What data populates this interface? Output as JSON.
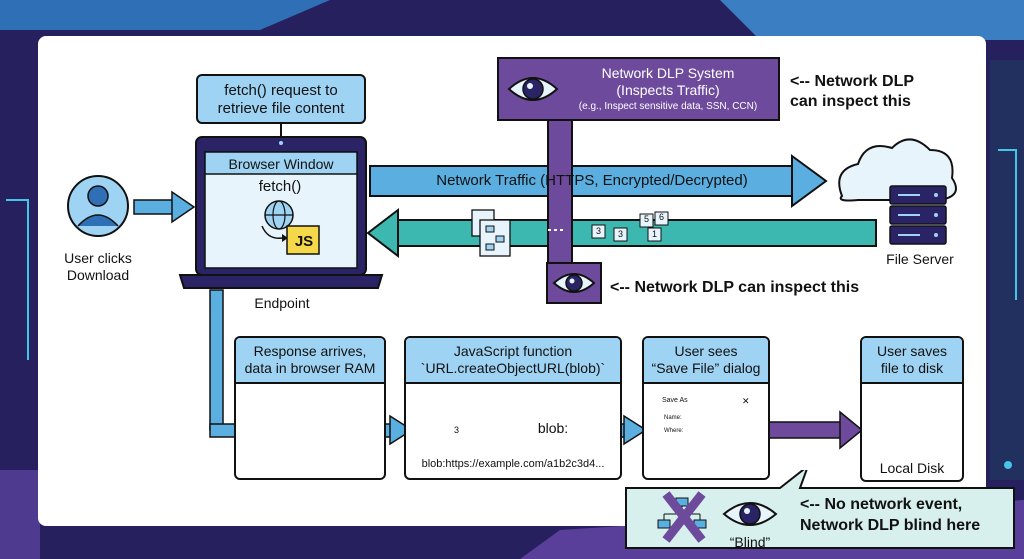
{
  "fetch_callout": {
    "line1": "fetch() request to",
    "line2": "retrieve file content"
  },
  "browser": {
    "window_title": "Browser Window",
    "fetch_label": "fetch()",
    "js_badge": "JS",
    "endpoint_label": "Endpoint"
  },
  "user": {
    "line1": "User clicks",
    "line2": "Download"
  },
  "network_dlp": {
    "title1": "Network DLP System",
    "title2": "(Inspects Traffic)",
    "subtitle": "(e.g., Inspect sensitive data, SSN, CCN)"
  },
  "annotations": {
    "top_line1": "<-- Network DLP",
    "top_line2": "can inspect this",
    "middle": "<-- Network DLP can inspect this",
    "bottom_line1": "<-- No network event,",
    "bottom_line2": "Network DLP blind here",
    "blind": "“Blind”"
  },
  "traffic_label": "Network Traffic (HTTPS, Encrypted/Decrypted)",
  "packets": [
    "5",
    "6",
    "3",
    "3",
    "1"
  ],
  "file_server_label": "File Server",
  "steps": [
    {
      "line1": "Response arrives,",
      "line2": "data in browser RAM"
    },
    {
      "line1": "JavaScript function",
      "line2": "`URL.createObjectURL(blob)`",
      "blob_label": "blob:",
      "blob_url": "blob:https://example.com/a1b2c3d4...",
      "chunk": "3"
    },
    {
      "line1": "User sees",
      "line2": "“Save File” dialog"
    },
    {
      "line1": "User saves",
      "line2": "file to disk",
      "disk_label": "Local Disk"
    }
  ],
  "dialog": {
    "title": "Save As",
    "close": "✕",
    "name_label": "Name:",
    "where_label": "Where:"
  },
  "colors": {
    "accent_blue": "#9fd3f3",
    "arrow_blue": "#5aaee0",
    "teal": "#3cb8b0",
    "purple": "#6d4a9c",
    "bg": "#2a2466"
  }
}
